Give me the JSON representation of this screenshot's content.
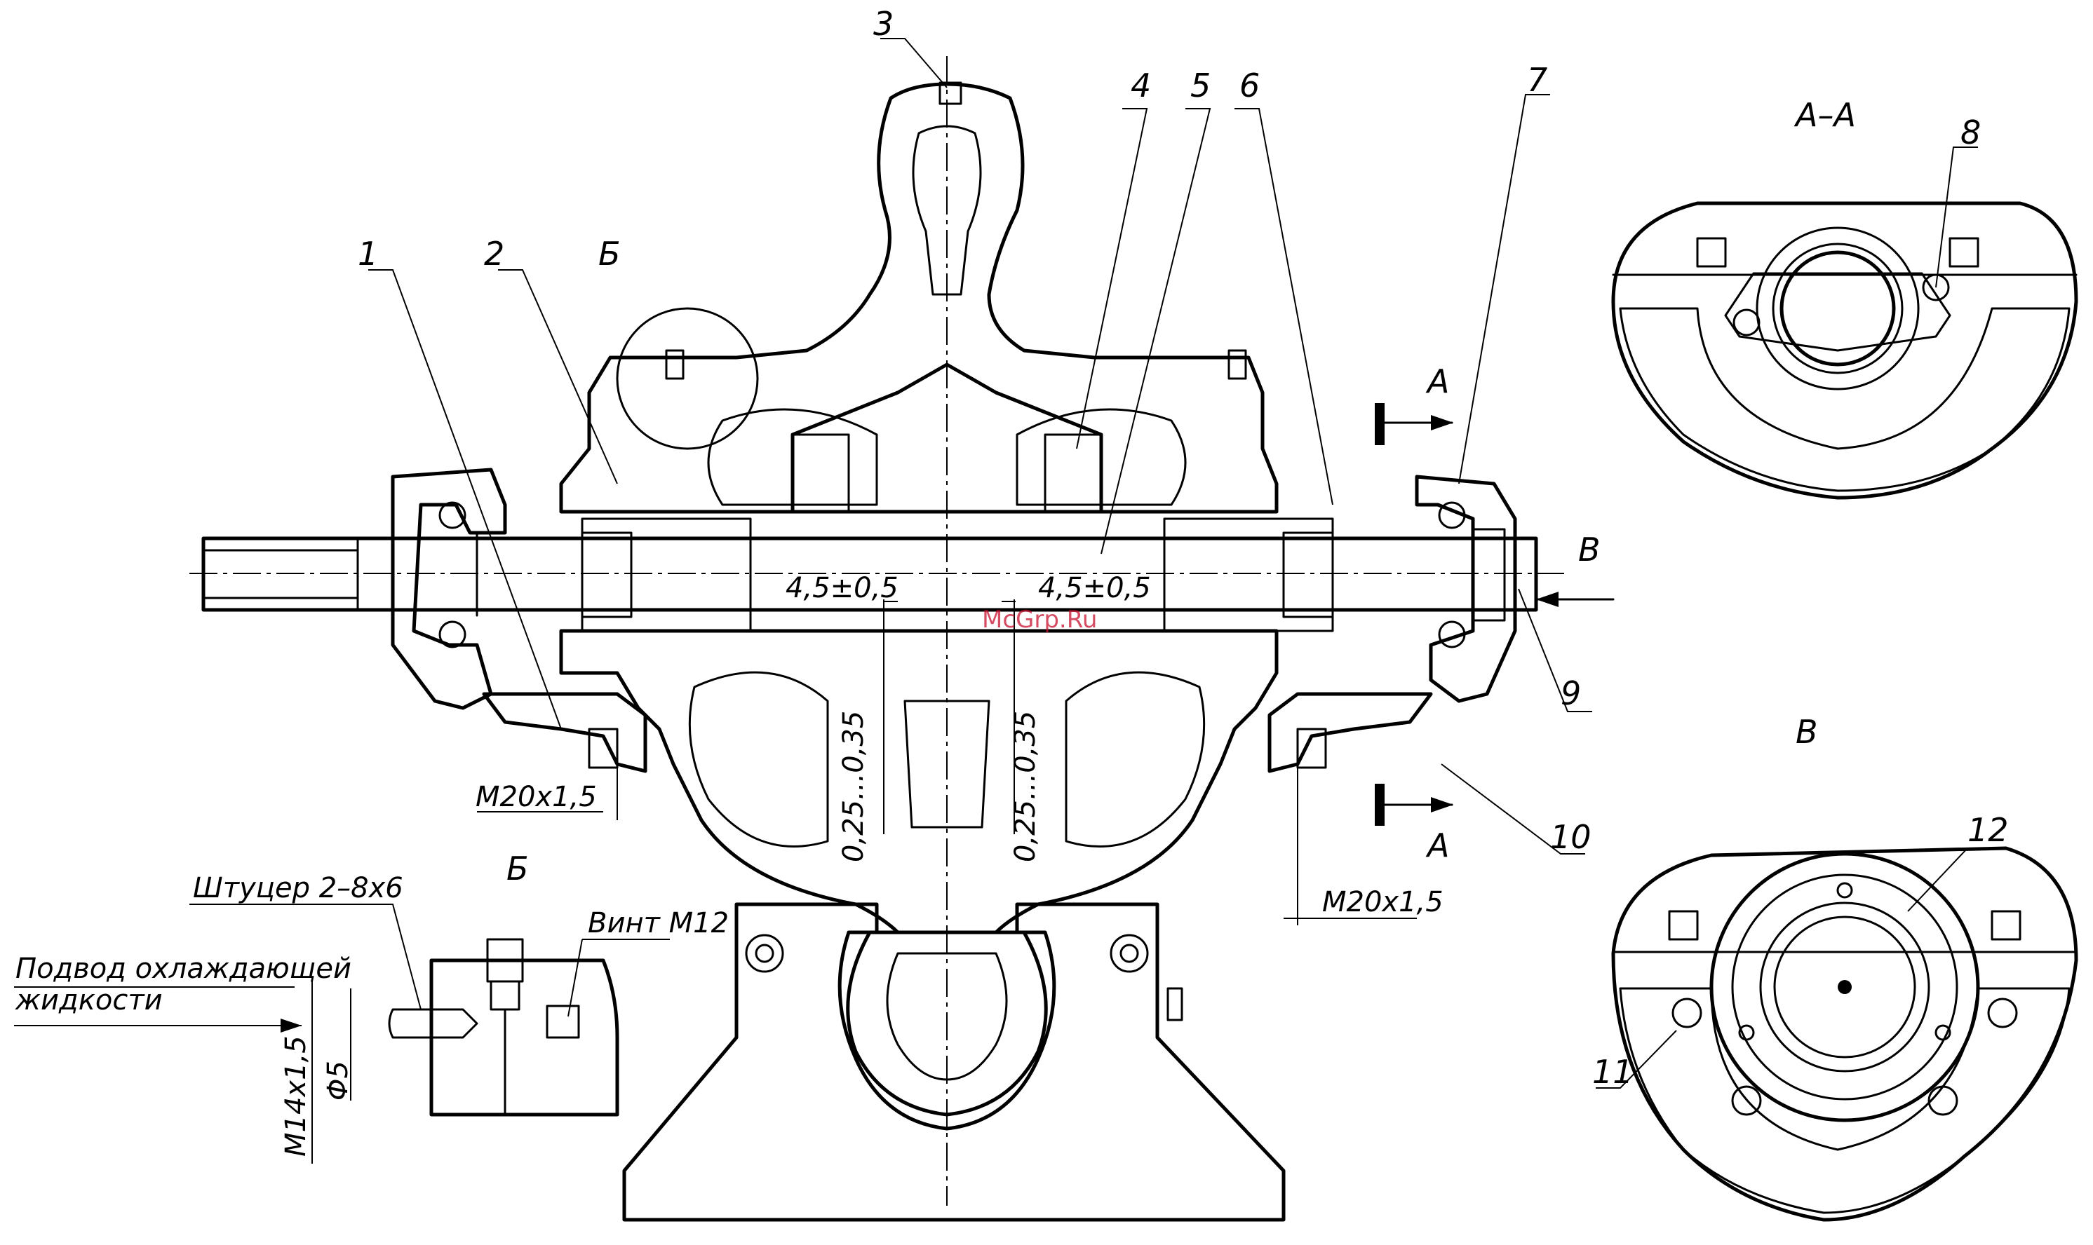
{
  "labels": {
    "part_1": "1",
    "part_2": "2",
    "part_3": "3",
    "part_4": "4",
    "part_5": "5",
    "part_6": "6",
    "part_7": "7",
    "part_8": "8",
    "part_9": "9",
    "part_10": "10",
    "part_11": "11",
    "part_12": "12"
  },
  "views": {
    "detail_b_marker": "Б",
    "detail_b_title": "Б",
    "section_a_top": "А",
    "section_a_bottom": "А",
    "section_aa_title": "А–А",
    "view_b_marker": "В",
    "view_b_title": "В"
  },
  "dimensions": {
    "gap_left": "4,5±0,5",
    "gap_right": "4,5±0,5",
    "clearance_left": "0,25...0,35",
    "clearance_right": "0,25...0,35",
    "thread_left": "М20х1,5",
    "thread_right": "М20х1,5",
    "thread_detail": "М14х1,5",
    "diameter_detail": "Φ5"
  },
  "callouts": {
    "fitting": "Штуцер 2–8х6",
    "screw": "Винт М12",
    "coolant_line1": "Подвод охлаждающей",
    "coolant_line2": "жидкости"
  },
  "watermark": "McGrp.Ru"
}
